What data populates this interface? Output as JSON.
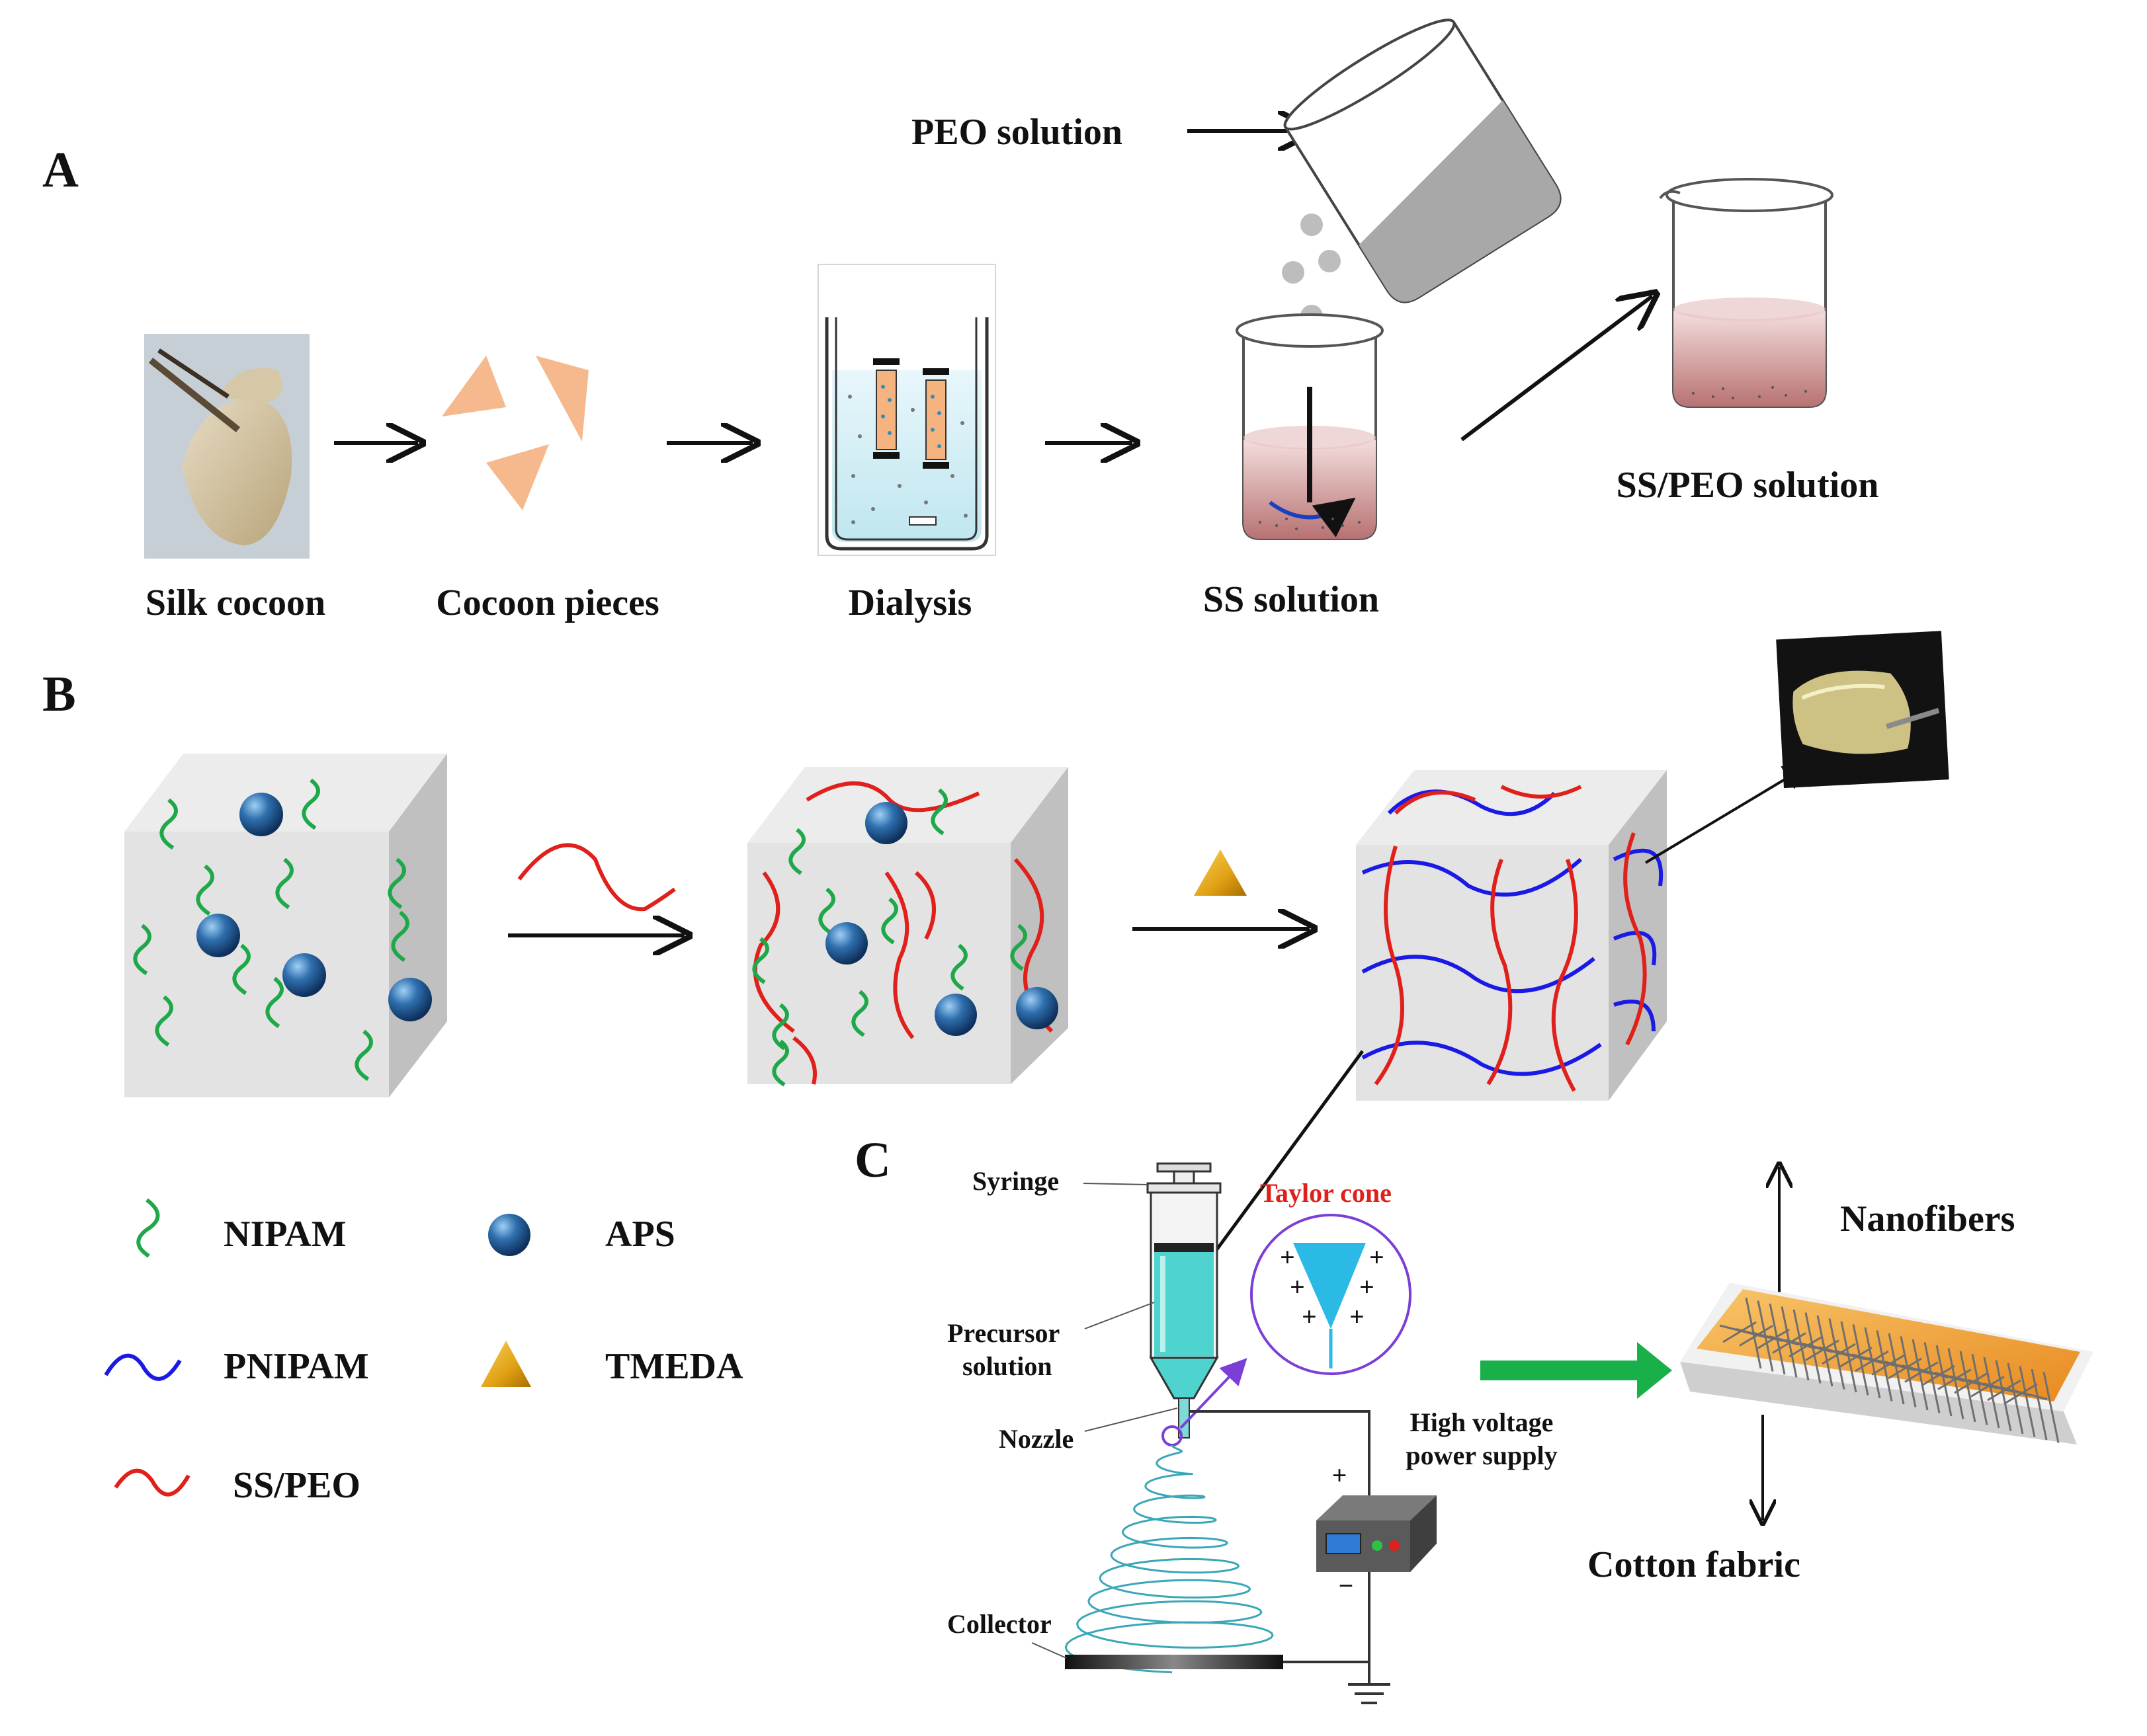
{
  "panels": {
    "a": "A",
    "b": "B",
    "c": "C"
  },
  "panel_a": {
    "silk_cocoon": "Silk cocoon",
    "cocoon_pieces": "Cocoon pieces",
    "dialysis": "Dialysis",
    "ss_solution": "SS solution",
    "peo_solution": "PEO solution",
    "ss_peo_solution": "SS/PEO solution"
  },
  "legend": {
    "nipam": "NIPAM",
    "aps": "APS",
    "pnipam": "PNIPAM",
    "tmeda": "TMEDA",
    "ss_peo": "SS/PEO"
  },
  "panel_c": {
    "syringe": "Syringe",
    "taylor_cone": "Taylor cone",
    "precursor_1": "Precursor",
    "precursor_2": "solution",
    "nozzle": "Nozzle",
    "hv_1": "High voltage",
    "hv_2": "power supply",
    "plus": "+",
    "minus": "−",
    "collector": "Collector",
    "nanofibers": "Nanofibers",
    "cotton_fabric": "Cotton fabric"
  },
  "colors": {
    "nipam": "#1fa84a",
    "pnipam": "#1a1ae6",
    "ss_peo": "#e0201b",
    "aps": "#2f6fae",
    "tmeda": "#e0a014",
    "arrow_green": "#19b04a",
    "cocoon_piece": "#f6b98e",
    "solution": "#c98686",
    "taylor": "#7b3fd6",
    "cone": "#2bb9e6"
  }
}
